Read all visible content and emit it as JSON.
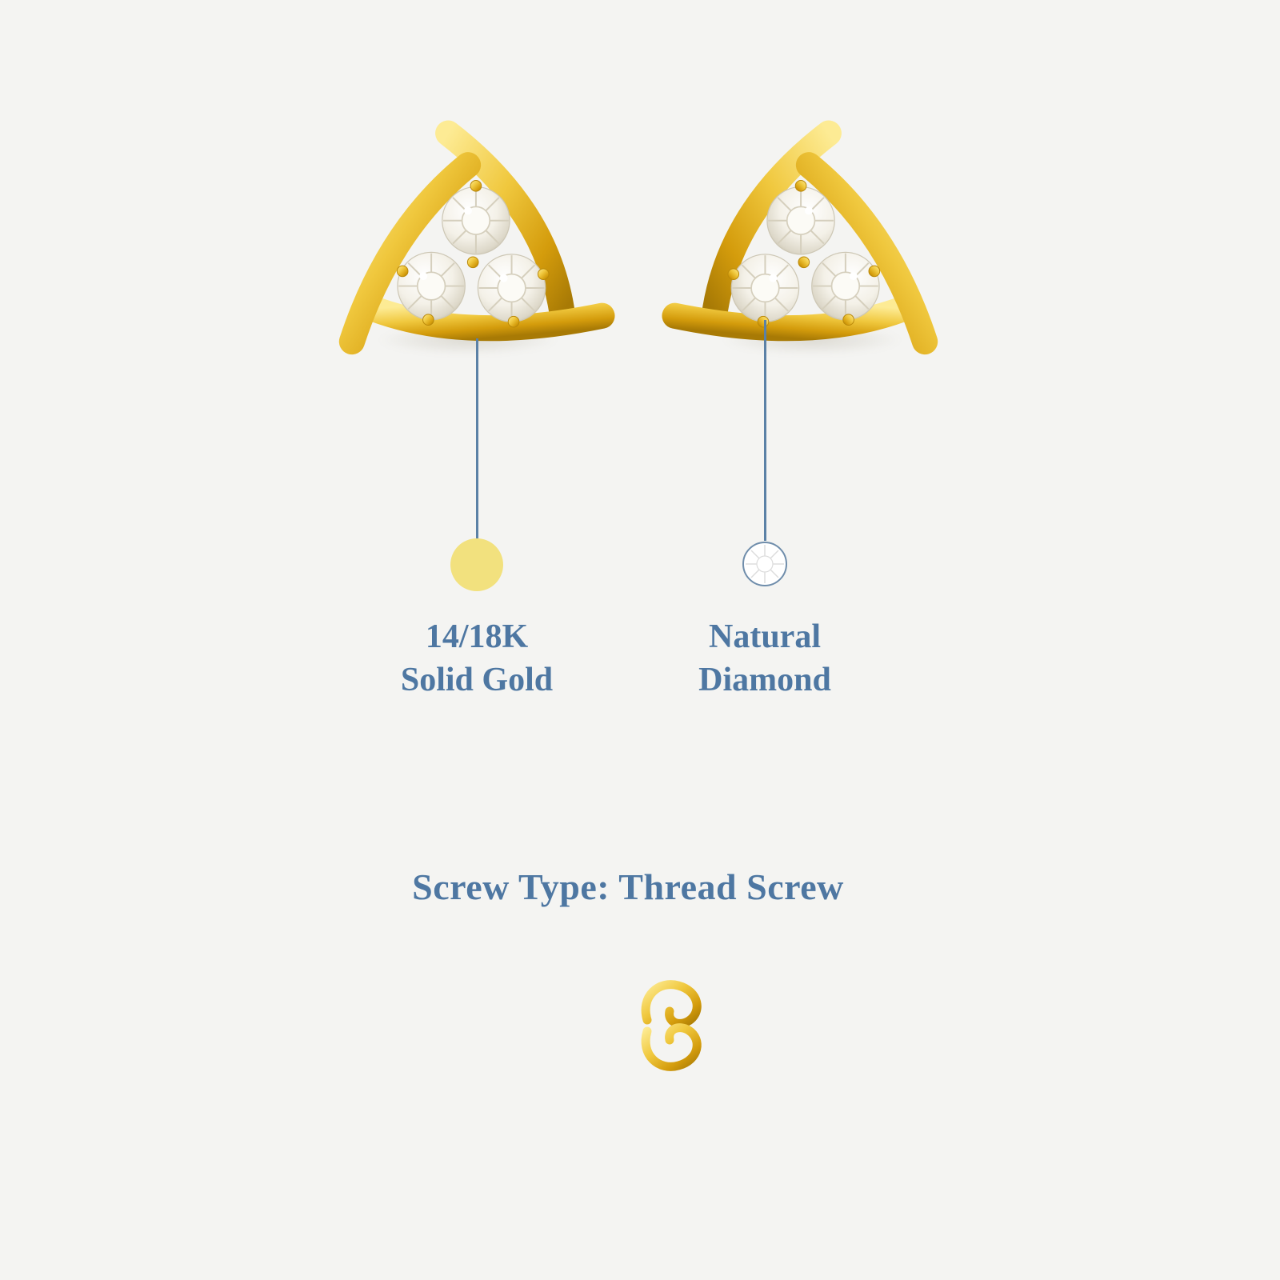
{
  "colors": {
    "page_bg": "#f4f4f2",
    "label_blue": "#4e77a2",
    "callout_line": "#5b81a6",
    "gold_swatch": "#f2e17e",
    "gold_metal": "#e7b52c",
    "diamond_white": "#ffffff"
  },
  "product": {
    "callouts": [
      {
        "id": "gold",
        "label_line1": "14/18K",
        "label_line2": "Solid Gold"
      },
      {
        "id": "diamond",
        "label_line1": "Natural",
        "label_line2": "Diamond"
      }
    ]
  },
  "screw_section": {
    "label": "Screw Type: Thread Screw"
  }
}
